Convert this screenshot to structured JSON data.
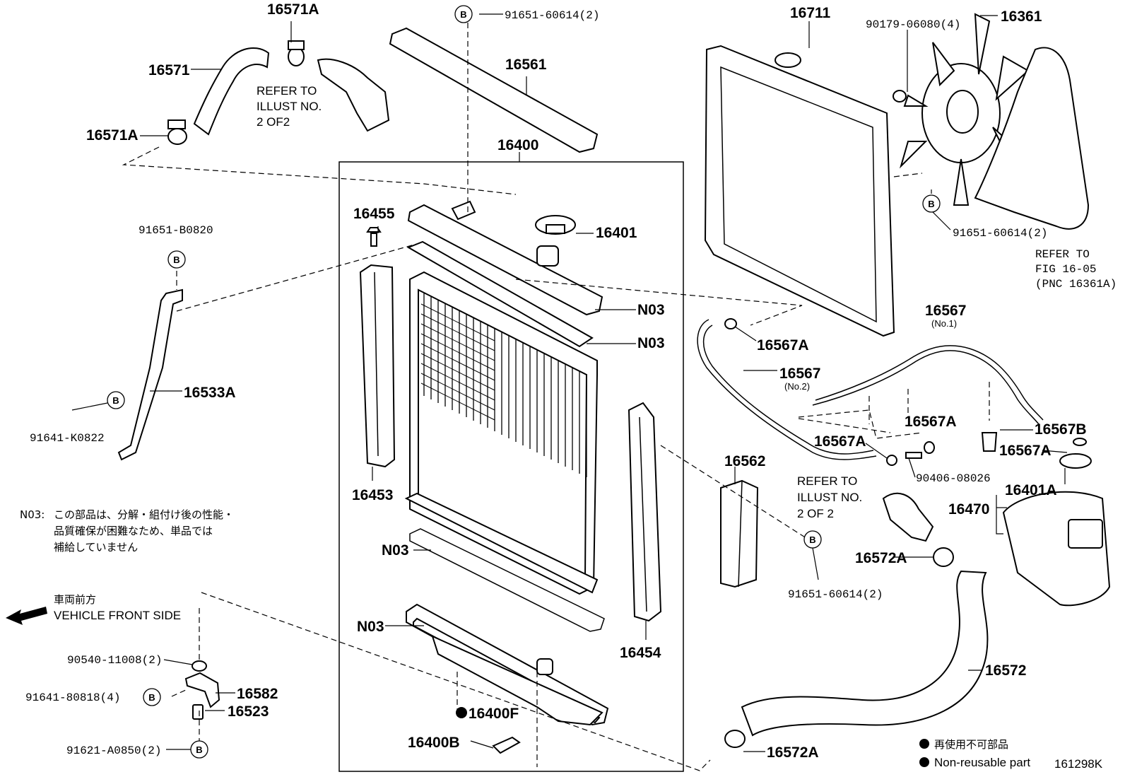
{
  "callouts": {
    "p16571A_top": "16571A",
    "p16571": "16571",
    "p16571A_left": "16571A",
    "p91651_60614_top": "91651-60614(2)",
    "p16561": "16561",
    "p16400": "16400",
    "p16711": "16711",
    "p90179": "90179-06080(4)",
    "p16361": "16361",
    "p91651_B0820": "91651-B0820",
    "p16455": "16455",
    "p16401": "16401",
    "p91651_60614_right": "91651-60614(2)",
    "pN03_a": "N03",
    "pN03_b": "N03",
    "p16567A_a": "16567A",
    "p16567_no1": "16567",
    "p16567_no2": "16567",
    "p16533A": "16533A",
    "p91641_K0822": "91641-K0822",
    "p16453": "16453",
    "p16562": "16562",
    "p16567A_b": "16567A",
    "p16567A_c": "16567A",
    "p16567B": "16567B",
    "p16567A_d": "16567A",
    "p90406": "90406-08026",
    "p16401A": "16401A",
    "p16470": "16470",
    "pN03_c": "N03",
    "p16572A_a": "16572A",
    "p91651_60614_mid": "91651-60614(2)",
    "pN03_d": "N03",
    "p16454": "16454",
    "p16572": "16572",
    "p90540": "90540-11008(2)",
    "p16582": "16582",
    "p91641_80818": "91641-80818(4)",
    "p16523": "16523",
    "p16400F": "16400F",
    "p16400B": "16400B",
    "p91621": "91621-A0850(2)",
    "p16572A_b": "16572A"
  },
  "sublabels": {
    "no1": "(No.1)",
    "no2": "(No.2)"
  },
  "refer_notes": {
    "top": [
      "REFER TO",
      "ILLUST NO.",
      "2 OF2"
    ],
    "right": [
      "REFER TO",
      "FIG 16-05",
      "(PNC 16361A)"
    ],
    "mid": [
      "REFER TO",
      "ILLUST NO.",
      "2 OF 2"
    ]
  },
  "circle_marker": "B",
  "note_jp": {
    "prefix": "N03:",
    "lines": [
      "この部品は、分解・組付け後の性能・",
      "品質確保が困難なため、単品では",
      "補給していません"
    ]
  },
  "direction": {
    "jp": "車両前方",
    "en": "VEHICLE FRONT SIDE"
  },
  "legend": {
    "jp": "再使用不可部品",
    "en": "Non-reusable part"
  },
  "figure_code": "161298K",
  "colors": {
    "ink": "#000000",
    "paper": "#ffffff"
  },
  "icons": [
    "front-arrow-icon",
    "bullet-dot-icon",
    "circle-b-icon"
  ]
}
